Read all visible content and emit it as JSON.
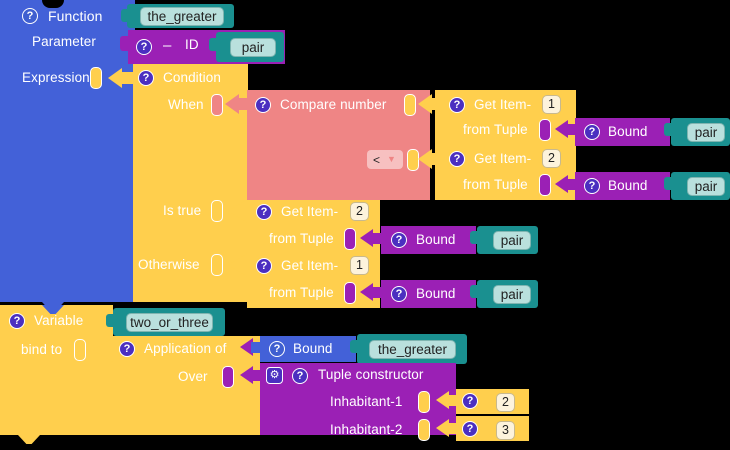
{
  "editor": {
    "name": "visual-block-programming-canvas",
    "background": "#000000"
  },
  "palette": {
    "function_blue": "#4361d8",
    "binding_yellow": "#ffcf4d",
    "id_purple": "#9b20b5",
    "compare_pink": "#ef8585",
    "field_teal": "#1a9090",
    "number_cream": "#fdf3dc",
    "chip_teal": "#b9e0dd",
    "badge_indigo": "#4b2fc0"
  },
  "function_block": {
    "title_label": "Function",
    "name_value": "the_greater",
    "parameter_label": "Parameter",
    "expression_label": "Expression",
    "parameter": {
      "separator": "–",
      "id_label": "ID",
      "id_value": "pair"
    }
  },
  "condition_block": {
    "title_label": "Condition",
    "when_label": "When",
    "is_true_label": "Is true",
    "otherwise_label": "Otherwise"
  },
  "compare_block": {
    "title_label": "Compare number",
    "operator": "<",
    "operator_dropdown_icon": "▼"
  },
  "get_item_blocks": [
    {
      "name": "compare-left-get-item",
      "title_label": "Get Item-",
      "index": "1",
      "from_label": "from Tuple",
      "bound_label": "Bound",
      "bound_value": "pair"
    },
    {
      "name": "compare-right-get-item",
      "title_label": "Get Item-",
      "index": "2",
      "from_label": "from Tuple",
      "bound_label": "Bound",
      "bound_value": "pair"
    },
    {
      "name": "is-true-get-item",
      "title_label": "Get Item-",
      "index": "2",
      "from_label": "from Tuple",
      "bound_label": "Bound",
      "bound_value": "pair"
    },
    {
      "name": "otherwise-get-item",
      "title_label": "Get Item-",
      "index": "1",
      "from_label": "from Tuple",
      "bound_label": "Bound",
      "bound_value": "pair"
    }
  ],
  "variable_block": {
    "title_label": "Variable",
    "name_value": "two_or_three",
    "bind_to_label": "bind to"
  },
  "application_block": {
    "title_label": "Application of",
    "over_label": "Over",
    "bound_label": "Bound",
    "bound_value": "the_greater"
  },
  "tuple_constructor": {
    "title_label": "Tuple constructor",
    "gear_icon": "⚙",
    "inhabitants": [
      {
        "label": "Inhabitant-1",
        "value": "2"
      },
      {
        "label": "Inhabitant-2",
        "value": "3"
      }
    ]
  }
}
